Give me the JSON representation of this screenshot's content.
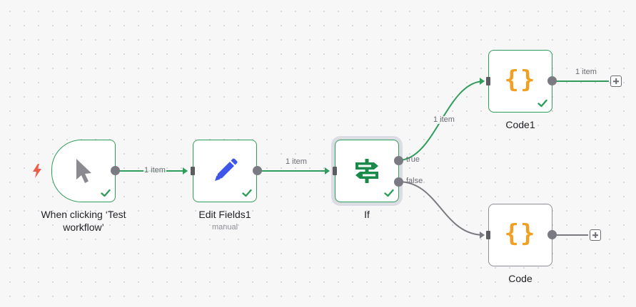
{
  "colors": {
    "success": "#2f9e5b",
    "idle": "#8e8e96",
    "connection_active": "#2f9e5b",
    "connection_idle": "#7a7a82",
    "trigger_bolt": "#ef5b4b",
    "code_icon": "#f0a023",
    "edit_icon": "#3d55e8",
    "if_icon": "#1a8a4a"
  },
  "nodes": {
    "trigger": {
      "title": "When clicking ‘Test workflow’",
      "icon": "cursor-icon",
      "status": "success"
    },
    "edit_fields": {
      "title": "Edit Fields1",
      "subtitle": "manual",
      "icon": "pencil-icon",
      "status": "success"
    },
    "if_node": {
      "title": "If",
      "icon": "signpost-icon",
      "status": "success",
      "outputs": {
        "true": "true",
        "false": "false"
      }
    },
    "code1": {
      "title": "Code1",
      "icon": "code-braces-icon",
      "glyph": "{}",
      "status": "success"
    },
    "code": {
      "title": "Code",
      "icon": "code-braces-icon",
      "glyph": "{}",
      "status": "idle"
    }
  },
  "connections": {
    "trigger_to_edit": "1 item",
    "edit_to_if": "1 item",
    "if_true_to_code1": "1 item",
    "code1_output": "1 item"
  }
}
